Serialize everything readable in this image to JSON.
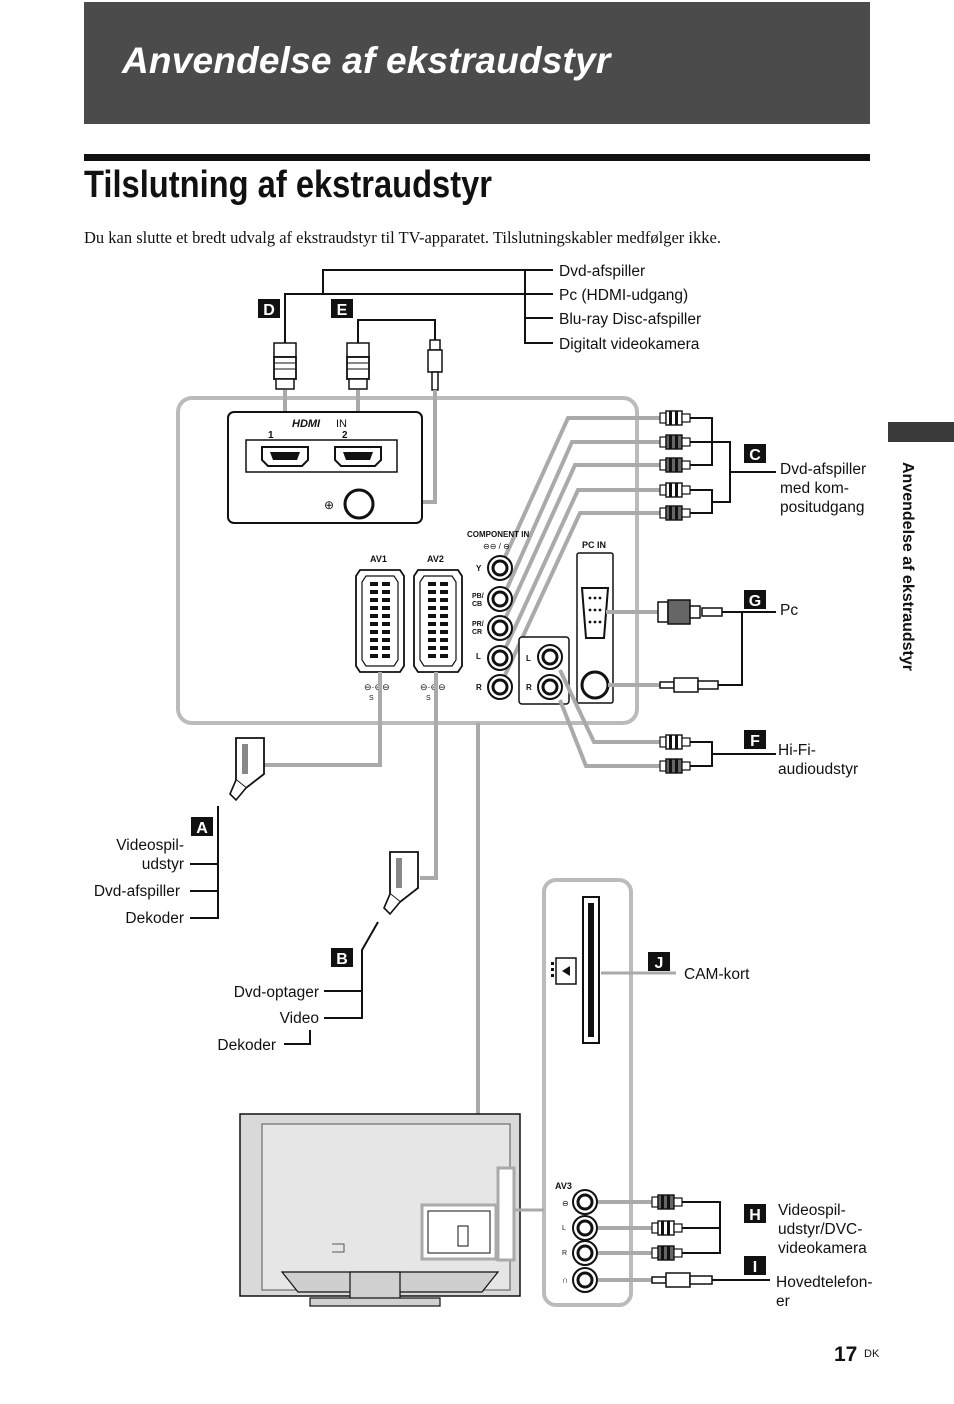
{
  "header": {
    "title": "Anvendelse af ekstraudstyr"
  },
  "page": {
    "heading": "Tilslutning af ekstraudstyr",
    "intro": "Du kan slutte et bredt udvalg af ekstraudstyr til TV-apparatet. Tilslutningskabler medfølger ikke.",
    "side_tab": "Anvendelse af ekstraudstyr",
    "page_number": "17",
    "page_suffix": "DK"
  },
  "diagram": {
    "badges": {
      "A": "A",
      "B": "B",
      "C": "C",
      "D": "D",
      "E": "E",
      "F": "F",
      "G": "G",
      "H": "H",
      "I": "I",
      "J": "J"
    },
    "hdmi_devices": [
      "Dvd-afspiller",
      "Pc (HDMI-udgang)",
      "Blu-ray Disc-afspiller",
      "Digitalt videokamera"
    ],
    "component_device": [
      "Dvd-afspiller",
      "med kom-",
      "positudgang"
    ],
    "pc": "Pc",
    "hifi": [
      "Hi-Fi-",
      "audioudstyr"
    ],
    "av1_devices": [
      "Videospil-",
      "udstyr",
      "Dvd-afspiller",
      "Dekoder"
    ],
    "av2_devices": [
      "Dvd-optager",
      "Video",
      "Dekoder"
    ],
    "cam": "CAM-kort",
    "av3_devices": [
      "Videospil-",
      "udstyr/DVC-",
      "videokamera"
    ],
    "headphones": [
      "Hovedtelefon-",
      "er"
    ],
    "panel": {
      "hdmi_logo": "HDMI",
      "hdmi_in": "IN",
      "hdmi_port_1": "1",
      "hdmi_port_2": "2",
      "component_in": "COMPONENT IN",
      "av1": "AV1",
      "av2": "AV2",
      "pc_in": "PC IN",
      "y": "Y",
      "pb": "PB/",
      "cb": "CB",
      "pr": "PR/",
      "cr": "CR",
      "l": "L",
      "r": "R",
      "s": "S",
      "av3": "AV3"
    }
  }
}
